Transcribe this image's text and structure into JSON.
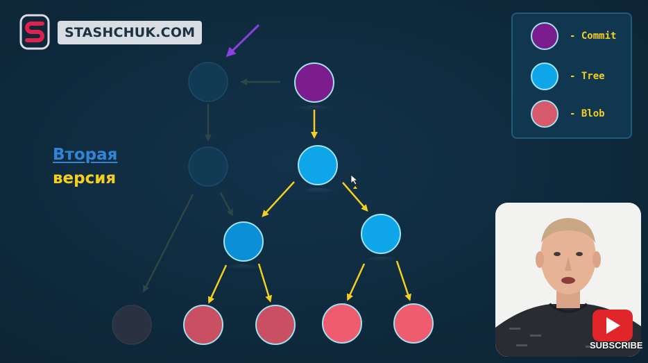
{
  "logo": {
    "text": "STASHCHUK.COM",
    "mark_color": "#e0204f",
    "pill_color": "#d7dde2"
  },
  "version_label": {
    "line1": "Вторая",
    "line2": "версия"
  },
  "legend": {
    "items": [
      {
        "label": "- Commit",
        "color": "#7b1d8f",
        "icon": "commit-dot"
      },
      {
        "label": "- Tree",
        "color": "#0ea5e9",
        "icon": "tree-dot"
      },
      {
        "label": "- Blob",
        "color": "#d65a6c",
        "icon": "blob-dot"
      }
    ]
  },
  "colors": {
    "commit": "#7b1d8f",
    "tree_bright": "#0ea5e9",
    "tree_mid": "#0b8fd6",
    "blob_old": "#c94f62",
    "blob_new": "#ef5c6f",
    "faded_node": "#133a54",
    "faded_blob": "#2a3140",
    "arrow_active": "#f5cf1f",
    "arrow_faded": "#2f4545",
    "pointer_arrow": "#8a3fe0",
    "node_stroke": "#9fe3ef"
  },
  "subscribe": {
    "label": "SUBSCRIBE"
  }
}
